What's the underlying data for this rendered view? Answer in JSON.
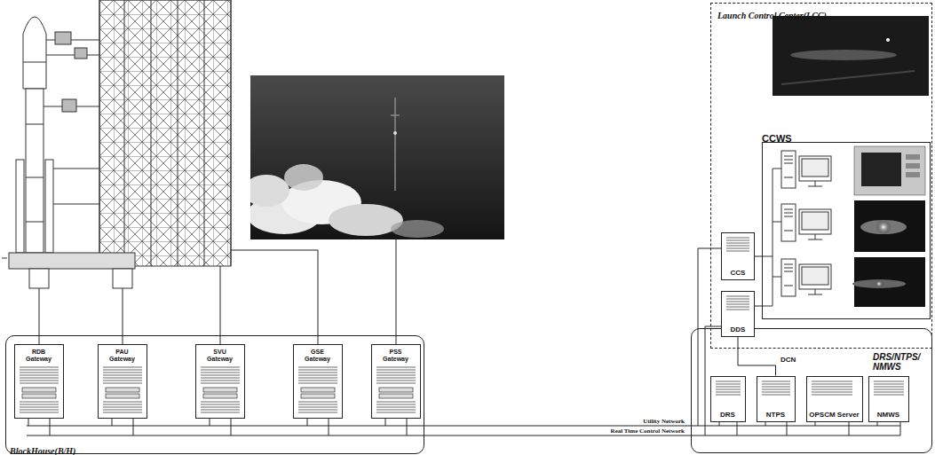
{
  "diagram": {
    "nodes": [
      {
        "text": [
          "Launch Control Center(LCC)"
        ]
      },
      {
        "text": [
          "CCWS"
        ],
        "in": 0
      },
      {
        "text": [
          "CCS"
        ],
        "in": 0
      },
      {
        "text": [
          "DDS"
        ],
        "in": 0
      },
      {
        "text": [
          "DRS/NTPS/ NMWS"
        ]
      },
      {
        "text": [
          "DRS"
        ],
        "in": 4
      },
      {
        "text": [
          "NTPS"
        ],
        "in": 4
      },
      {
        "text": [
          "OPSCM Server"
        ],
        "in": 4
      },
      {
        "text": [
          "NMWS"
        ],
        "in": 4
      },
      {
        "text": [
          "BlockHouse(B/H)"
        ]
      },
      {
        "text": [
          "RDB Gateway"
        ],
        "in": 9
      },
      {
        "text": [
          "PAU Gateway"
        ],
        "in": 9
      },
      {
        "text": [
          "SVU Gateway"
        ],
        "in": 9
      },
      {
        "text": [
          "GSE Gateway"
        ],
        "in": 9
      },
      {
        "text": [
          "PSS Gateway"
        ],
        "in": 9
      }
    ],
    "edges": [
      {
        "from": 2,
        "to": 1,
        "arrow": "none"
      },
      {
        "from": 3,
        "to": 1,
        "arrow": "none"
      },
      {
        "from": 9,
        "to": 4,
        "label": "Utility Network",
        "arrow": "none"
      },
      {
        "from": 9,
        "to": 4,
        "label": "Real Time Control Network",
        "arrow": "none"
      },
      {
        "from": 3,
        "to": 6,
        "label": "DCN",
        "arrow": "none"
      }
    ]
  }
}
